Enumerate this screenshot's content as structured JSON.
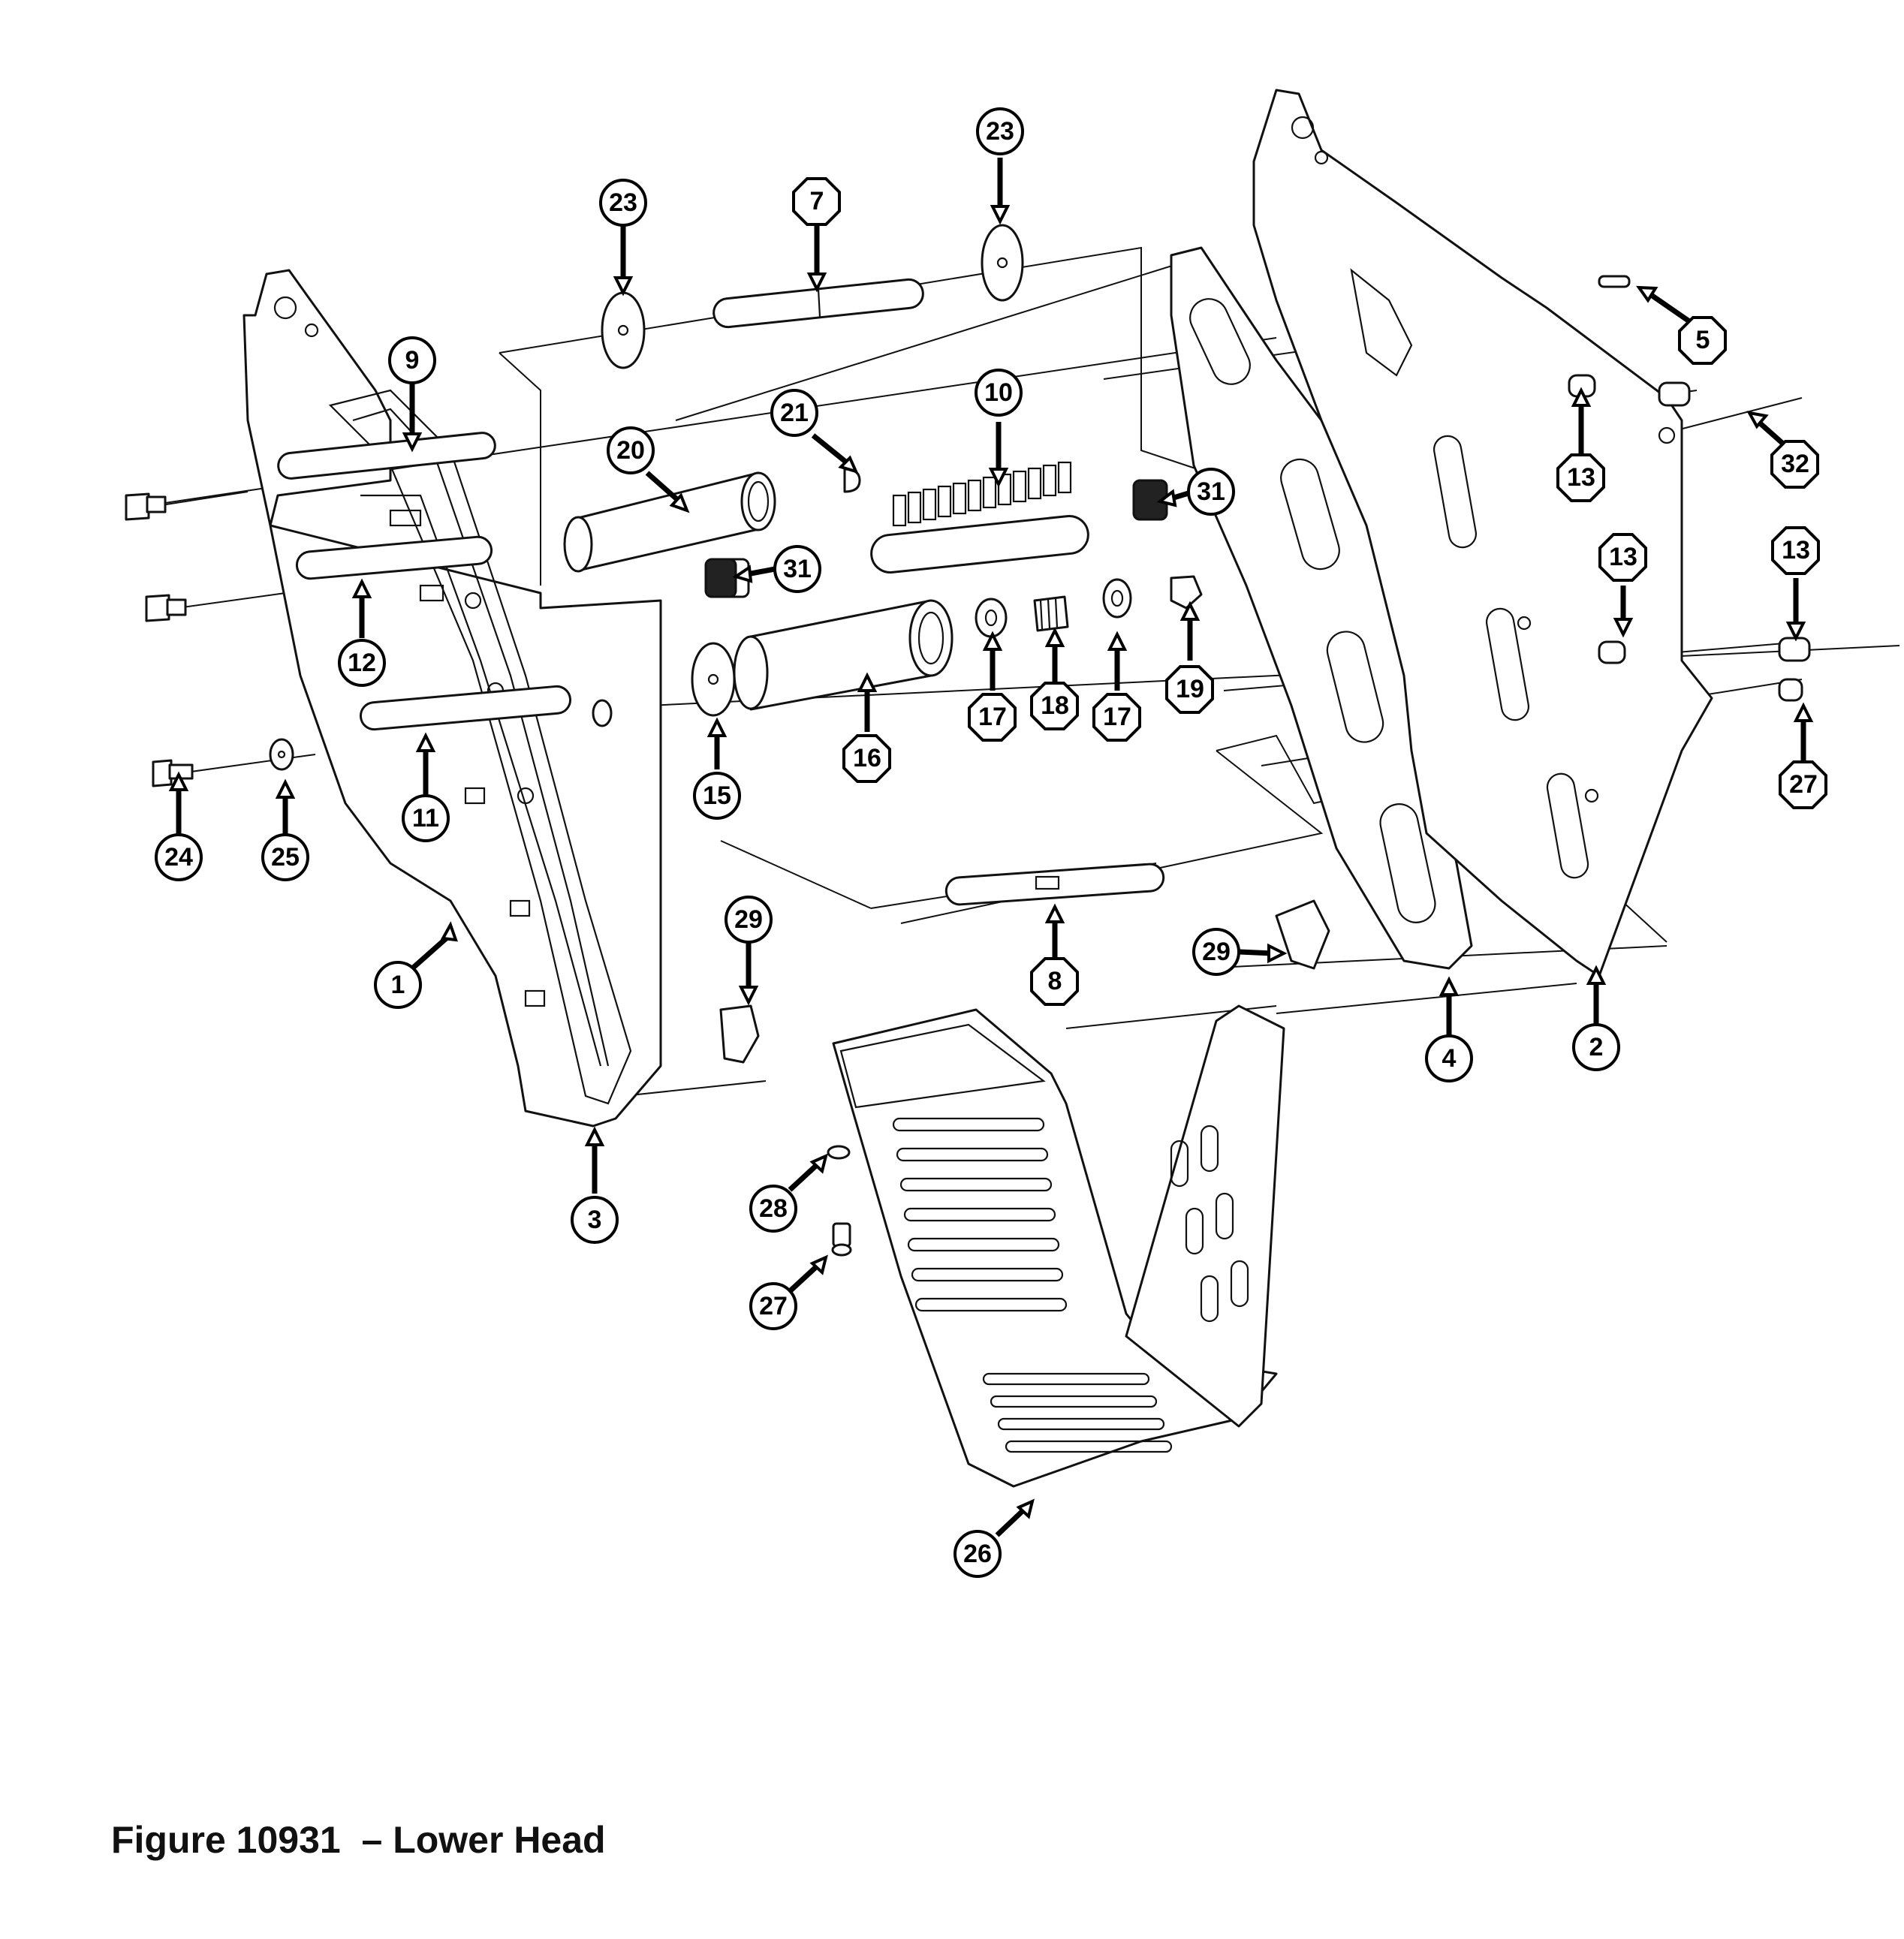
{
  "figure": {
    "caption": "Figure 10931  – Lower Head"
  },
  "callouts": [
    {
      "label": "1",
      "shape": "circle"
    },
    {
      "label": "2",
      "shape": "circle"
    },
    {
      "label": "3",
      "shape": "circle"
    },
    {
      "label": "4",
      "shape": "circle"
    },
    {
      "label": "5",
      "shape": "octagon"
    },
    {
      "label": "7",
      "shape": "octagon"
    },
    {
      "label": "8",
      "shape": "octagon"
    },
    {
      "label": "9",
      "shape": "circle"
    },
    {
      "label": "10",
      "shape": "circle"
    },
    {
      "label": "11",
      "shape": "circle"
    },
    {
      "label": "12",
      "shape": "circle"
    },
    {
      "label": "13",
      "shape": "octagon"
    },
    {
      "label": "13",
      "shape": "octagon"
    },
    {
      "label": "13",
      "shape": "octagon"
    },
    {
      "label": "15",
      "shape": "circle"
    },
    {
      "label": "16",
      "shape": "octagon"
    },
    {
      "label": "17",
      "shape": "octagon"
    },
    {
      "label": "17",
      "shape": "octagon"
    },
    {
      "label": "18",
      "shape": "octagon"
    },
    {
      "label": "19",
      "shape": "octagon"
    },
    {
      "label": "20",
      "shape": "circle"
    },
    {
      "label": "21",
      "shape": "circle"
    },
    {
      "label": "23",
      "shape": "circle"
    },
    {
      "label": "23",
      "shape": "circle"
    },
    {
      "label": "24",
      "shape": "circle"
    },
    {
      "label": "25",
      "shape": "circle"
    },
    {
      "label": "26",
      "shape": "circle"
    },
    {
      "label": "27",
      "shape": "octagon"
    },
    {
      "label": "27",
      "shape": "circle"
    },
    {
      "label": "28",
      "shape": "circle"
    },
    {
      "label": "29",
      "shape": "circle"
    },
    {
      "label": "29",
      "shape": "circle"
    },
    {
      "label": "31",
      "shape": "circle"
    },
    {
      "label": "31",
      "shape": "circle"
    },
    {
      "label": "32",
      "shape": "octagon"
    }
  ]
}
